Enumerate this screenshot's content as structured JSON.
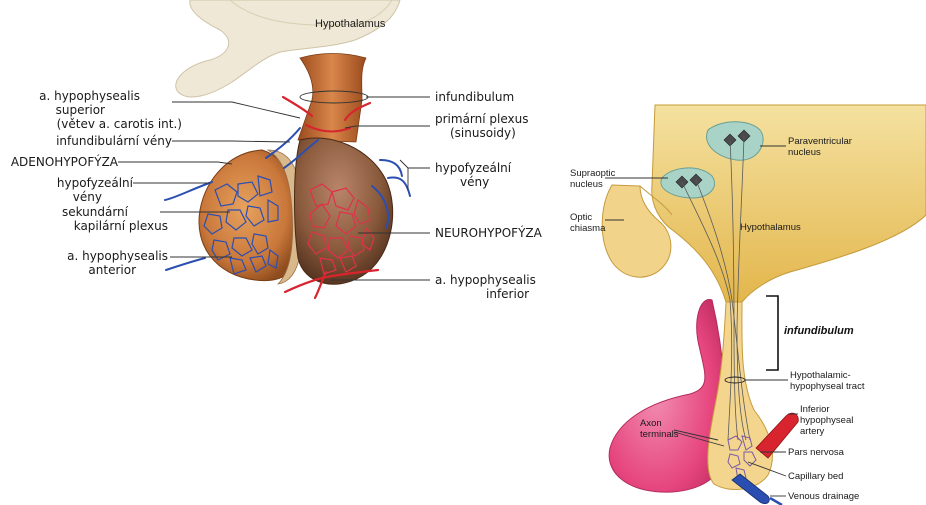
{
  "left_diagram": {
    "hypothalamus": "Hypothalamus",
    "labels_left": [
      [
        "a. hypophysealis",
        "superior",
        "(větev a. carotis int.)"
      ],
      [
        "infundibulární vény"
      ],
      [
        "ADENOHYPOFÝZA"
      ],
      [
        "hypofyzeální",
        "vény"
      ],
      [
        "sekundární",
        "kapilární plexus"
      ],
      [
        "a. hypophysealis",
        "anterior"
      ]
    ],
    "labels_right": [
      [
        "infundibulum"
      ],
      [
        "primární plexus",
        "(sinusoidy)"
      ],
      [
        "hypofyzeální",
        "vény"
      ],
      [
        "NEUROHYPOFÝZA"
      ],
      [
        "a. hypophysealis",
        "inferior"
      ]
    ]
  },
  "right_diagram": {
    "paraventricular": [
      "Paraventricular",
      "nucleus"
    ],
    "supraoptic": [
      "Supraoptic",
      "nucleus"
    ],
    "optic_chiasma": [
      "Optic",
      "chiasma"
    ],
    "hypothalamus": "Hypothalamus",
    "infundibulum": "infundibulum",
    "tract": [
      "Hypothalamic-",
      "hypophyseal tract"
    ],
    "inferior_artery": [
      "Inferior",
      "hypophyseal",
      "artery"
    ],
    "axon_terminals": [
      "Axon",
      "terminals"
    ],
    "pars_nervosa": "Pars nervosa",
    "capillary_bed": "Capillary bed",
    "venous_drainage": "Venous drainage"
  },
  "colors": {
    "artery": "#d8242e",
    "vein": "#2b4fb0",
    "adeno": "#c9773a",
    "neuro": "#8a5a3c",
    "pink_lobe": "#e6457d",
    "hypothalamus_right": "#e8c466"
  }
}
